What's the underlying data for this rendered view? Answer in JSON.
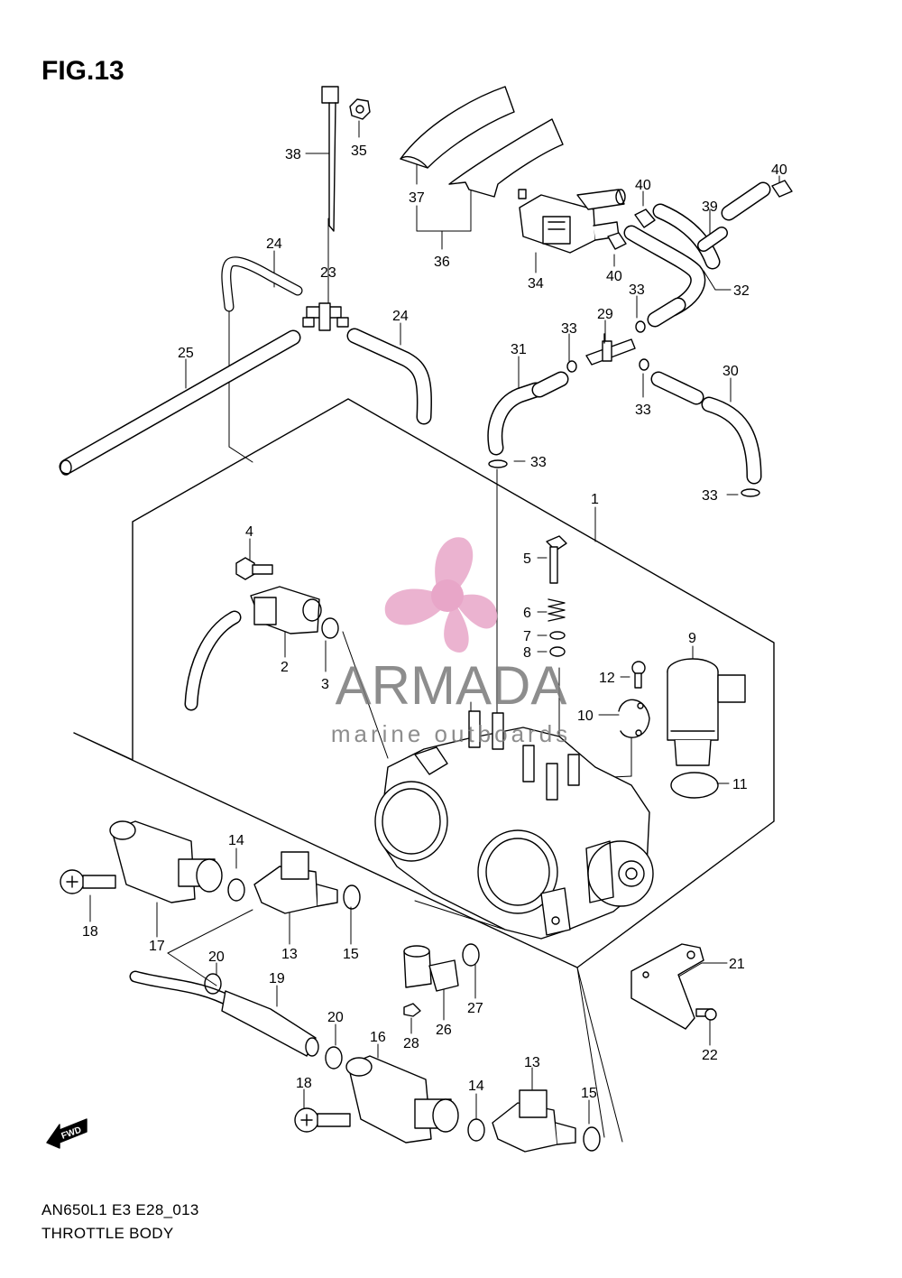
{
  "figure": {
    "title": "FIG.13",
    "model_code": "AN650L1 E3 E28_013",
    "name": "THROTTLE BODY"
  },
  "watermark": {
    "brand": "ARMADA",
    "tagline": "marine outboards",
    "color": "#e8a6c8"
  },
  "fwd_label": "FWD",
  "callouts": [
    "1",
    "2",
    "3",
    "4",
    "5",
    "6",
    "7",
    "8",
    "9",
    "10",
    "11",
    "12",
    "13",
    "13",
    "14",
    "14",
    "15",
    "15",
    "16",
    "17",
    "18",
    "18",
    "19",
    "20",
    "20",
    "21",
    "22",
    "23",
    "24",
    "24",
    "25",
    "26",
    "27",
    "28",
    "29",
    "30",
    "31",
    "32",
    "33",
    "33",
    "33",
    "33",
    "33",
    "33",
    "34",
    "35",
    "36",
    "37",
    "38",
    "39",
    "40",
    "40",
    "40"
  ]
}
